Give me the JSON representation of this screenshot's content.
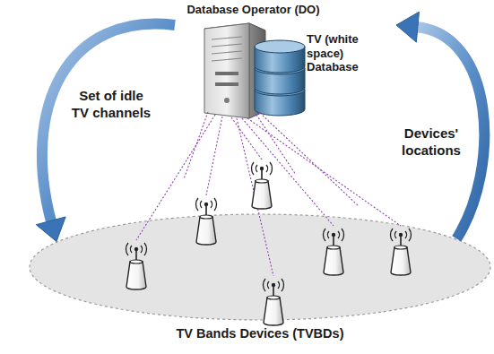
{
  "diagram": {
    "nodes": [
      {
        "text": [
          "Database Operator (DO)",
          "TV (white space) Database"
        ]
      },
      {
        "text": [
          "TV Bands Devices (TVBDs)"
        ]
      }
    ],
    "edges": [
      {
        "from": 0,
        "to": 1,
        "label": "Set of idle TV channels",
        "arrow": "to"
      },
      {
        "from": 1,
        "to": 0,
        "label": "Devices' locations",
        "arrow": "to"
      }
    ]
  }
}
